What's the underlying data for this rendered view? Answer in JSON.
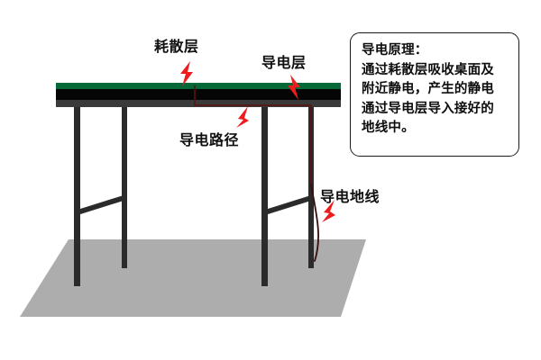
{
  "diagram": {
    "title_labels": {
      "dissipative_layer": "耗散层",
      "conductive_layer": "导电层",
      "conductive_path": "导电路径",
      "ground_wire": "导电地线"
    },
    "info_box": {
      "heading": "导电原理：",
      "lines": [
        "通过耗散层吸收桌面及",
        "附近静电，产生的静电",
        "通过导电层导入接好的",
        "地线中。"
      ]
    },
    "colors": {
      "dissipative_layer": "#056839",
      "conductive_layer": "#050505",
      "table_edge": "#3a3a3a",
      "legs": "#2b2b2b",
      "floor": "#adadad",
      "conductive_path": "#5c1111",
      "arrow": "#ee1c1c",
      "box_border": "#1a1a1a",
      "text": "#101010",
      "background": "#ffffff"
    },
    "parts": {
      "floor_name": "ground-plane",
      "table_name": "esd-table",
      "leg_count": 4,
      "brace_count": 2
    }
  }
}
